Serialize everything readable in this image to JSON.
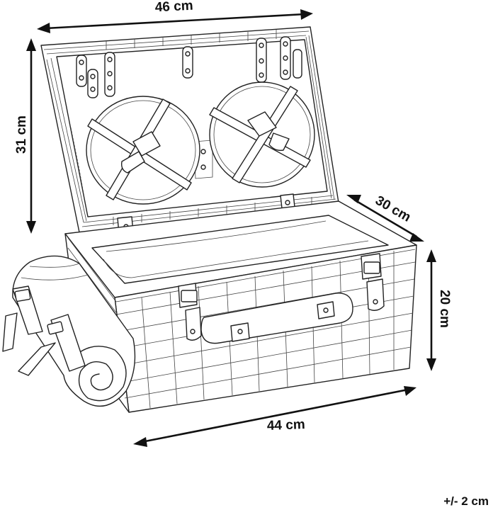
{
  "dimensions": {
    "lid_width": "46 cm",
    "lid_height": "31 cm",
    "depth": "30 cm",
    "height": "20 cm",
    "base_width": "44 cm"
  },
  "tolerance": "+/- 2 cm"
}
